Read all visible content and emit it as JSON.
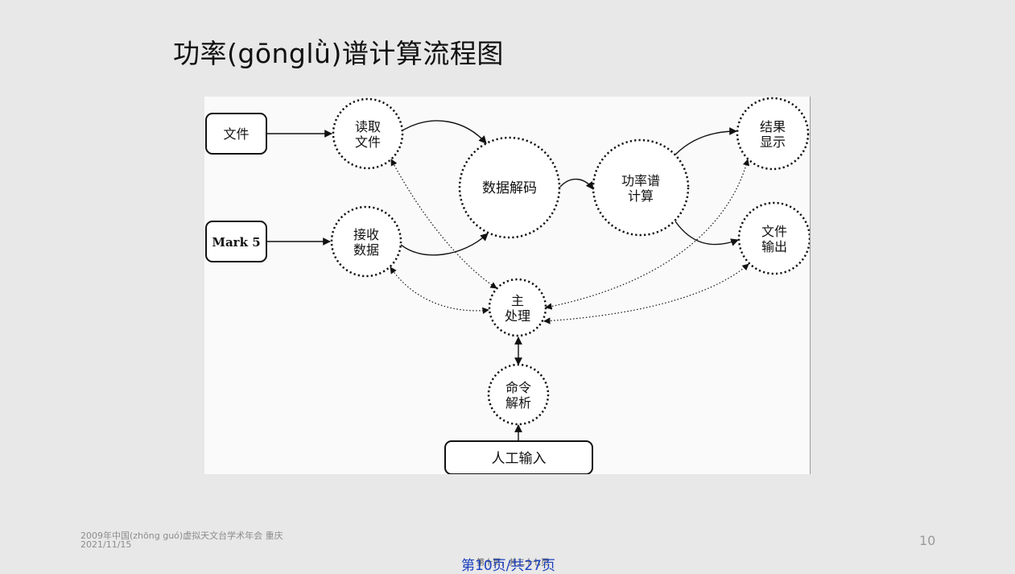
{
  "slide": {
    "title": "功率(gōnglǜ)谱计算流程图",
    "footer_line1": "2009年中国(zhōng guó)虚拟天文台学术年会 重庆",
    "footer_line2": "2021/11/15",
    "slide_number": "10",
    "page_counter": "第10页/共27页",
    "page_counter_ghost": "第十页，共二十七页"
  },
  "diagram": {
    "nodes": {
      "file_input": "文件",
      "mark5": "Mark 5",
      "read_file_1": "读取",
      "read_file_2": "文件",
      "receive_1": "接收",
      "receive_2": "数据",
      "decode": "数据解码",
      "power_1": "功率谱",
      "power_2": "计算",
      "result_1": "结果",
      "result_2": "显示",
      "output_1": "文件",
      "output_2": "输出",
      "main_1": "主",
      "main_2": "处理",
      "cmd_1": "命令",
      "cmd_2": "解析",
      "manual_input": "人工输入"
    }
  }
}
